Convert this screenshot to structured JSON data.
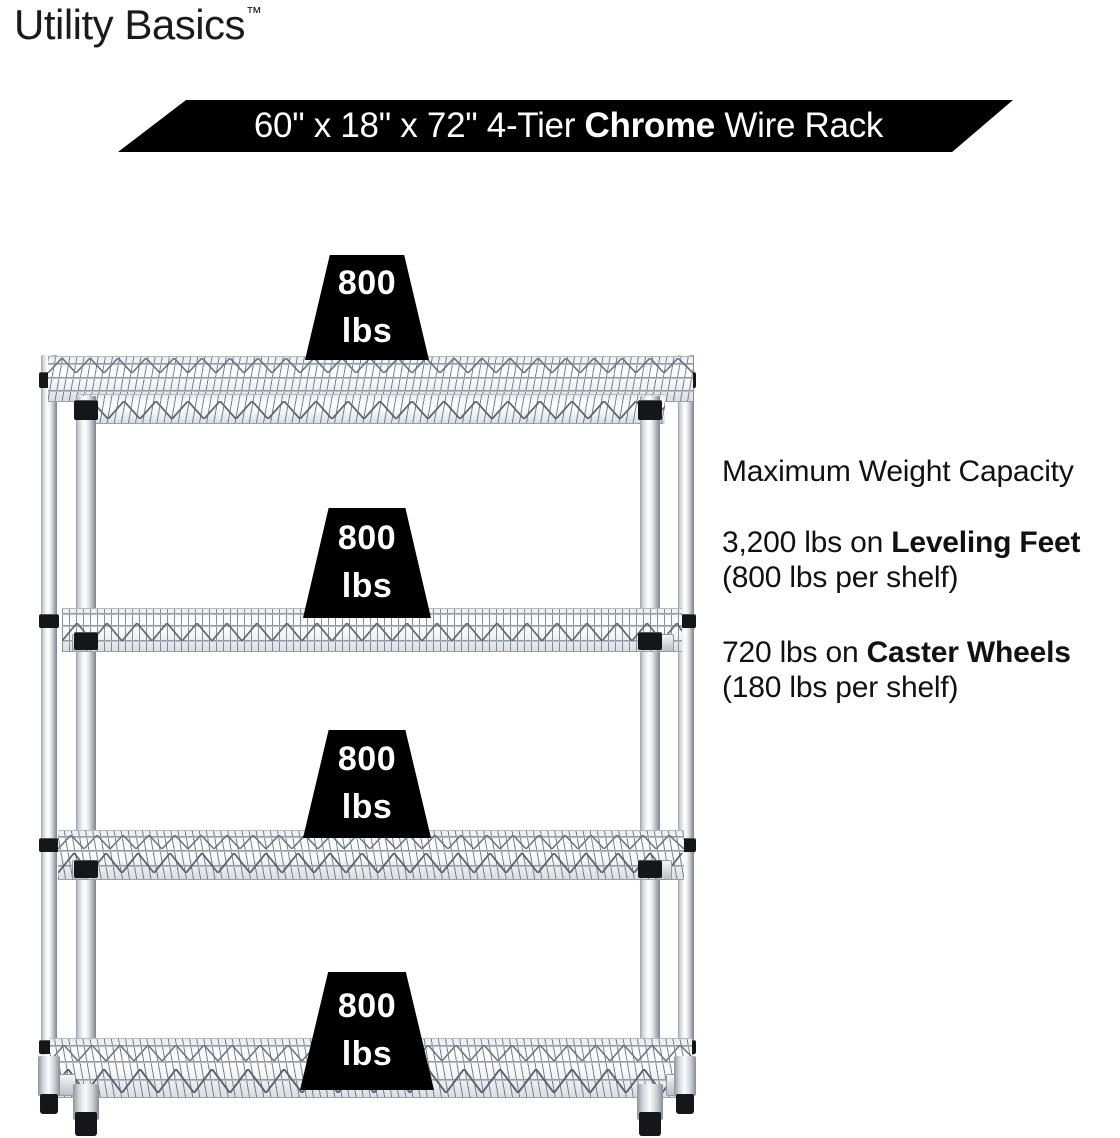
{
  "brand": {
    "name": "Utility Basics",
    "trademark": "™"
  },
  "banner": {
    "dimensions": "60\" x 18\" x 72\" 4-Tier",
    "highlight": "Chrome",
    "suffix": "Wire Rack",
    "background_color": "#000000",
    "text_color": "#FFFFFF"
  },
  "spec": {
    "heading": "Maximum Weight Capacity",
    "leveling": {
      "total": "3,200 lbs on ",
      "emphasis": "Leveling Feet",
      "detail": " (800 lbs per shelf)"
    },
    "caster": {
      "total": "720 lbs on ",
      "emphasis": "Caster Wheels",
      "detail": " (180 lbs per shelf)"
    }
  },
  "product": {
    "type": "4-tier chrome wire shelving rack",
    "tiers": 4,
    "shelf_badges": [
      {
        "value": "800",
        "unit": "lbs"
      },
      {
        "value": "800",
        "unit": "lbs"
      },
      {
        "value": "800",
        "unit": "lbs"
      },
      {
        "value": "800",
        "unit": "lbs"
      }
    ],
    "badge_background": "#000000",
    "badge_text_color": "#FFFFFF",
    "finish_color": "#C9CFD4"
  }
}
